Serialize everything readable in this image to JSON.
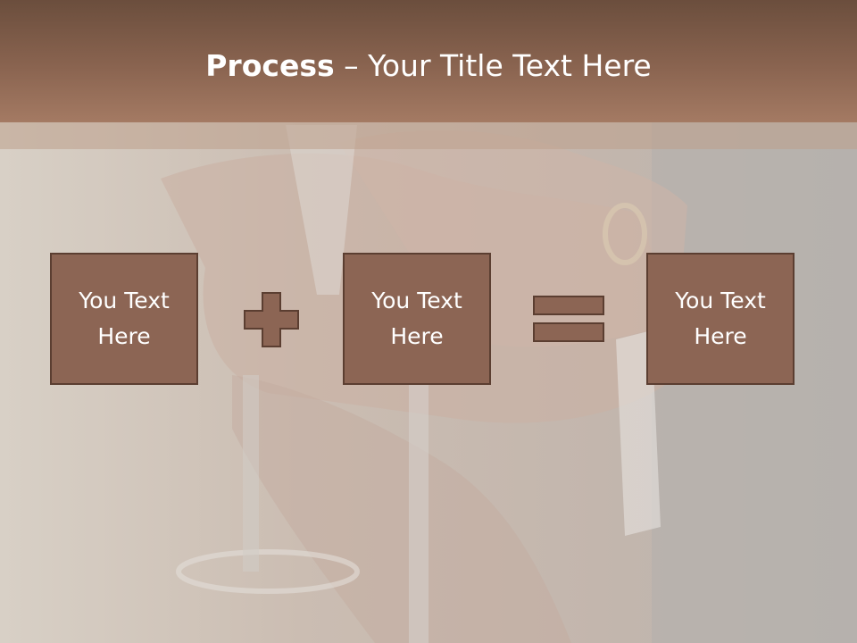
{
  "slide": {
    "title_bold": "Process",
    "title_rest": " – Your Title Text Here",
    "boxes": [
      {
        "text": "You Text Here"
      },
      {
        "text": "You Text Here"
      },
      {
        "text": "You Text Here"
      }
    ],
    "operators": [
      "plus-icon",
      "equals-icon"
    ]
  },
  "colors": {
    "title_bar": "#8a6450",
    "box_fill": "#8c6554",
    "box_border": "#5b3e31",
    "text": "#ffffff"
  }
}
